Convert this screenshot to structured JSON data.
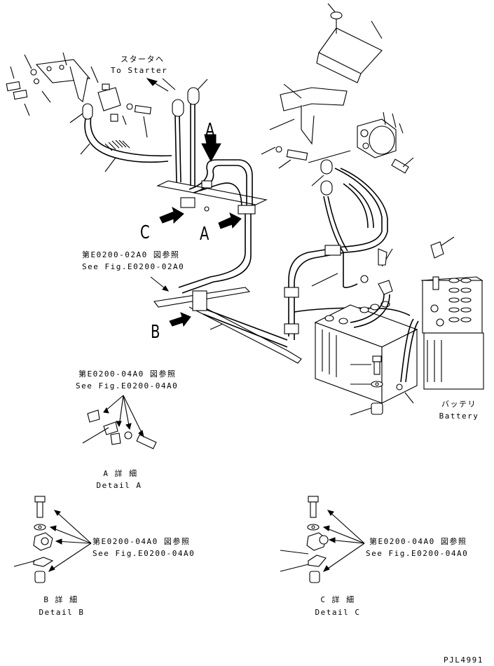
{
  "labels": {
    "to_starter_jp": "スタータヘ",
    "to_starter_en": "To Starter",
    "arrow_a_top": "A",
    "arrow_a_mid": "A",
    "arrow_b": "B",
    "arrow_c": "C",
    "ref_0200_02a0_jp": "第E0200-02A0 図参照",
    "ref_0200_02a0_en": "See Fig.E0200-02A0",
    "ref_0200_04a0_top_jp": "第E0200-04A0 図参照",
    "ref_0200_04a0_top_en": "See Fig.E0200-04A0",
    "detail_a_jp": "A 詳 細",
    "detail_a_en": "Detail A",
    "ref_0200_04a0_b_jp": "第E0200-04A0 図参照",
    "ref_0200_04a0_b_en": "See Fig.E0200-04A0",
    "detail_b_jp": "B 詳 細",
    "detail_b_en": "Detail B",
    "ref_0200_04a0_c_jp": "第E0200-04A0 図参照",
    "ref_0200_04a0_c_en": "See Fig.E0200-04A0",
    "detail_c_jp": "C 詳 細",
    "detail_c_en": "Detail C",
    "battery_jp": "バッテリ",
    "battery_en": "Battery",
    "drawing_code": "PJL4991"
  }
}
